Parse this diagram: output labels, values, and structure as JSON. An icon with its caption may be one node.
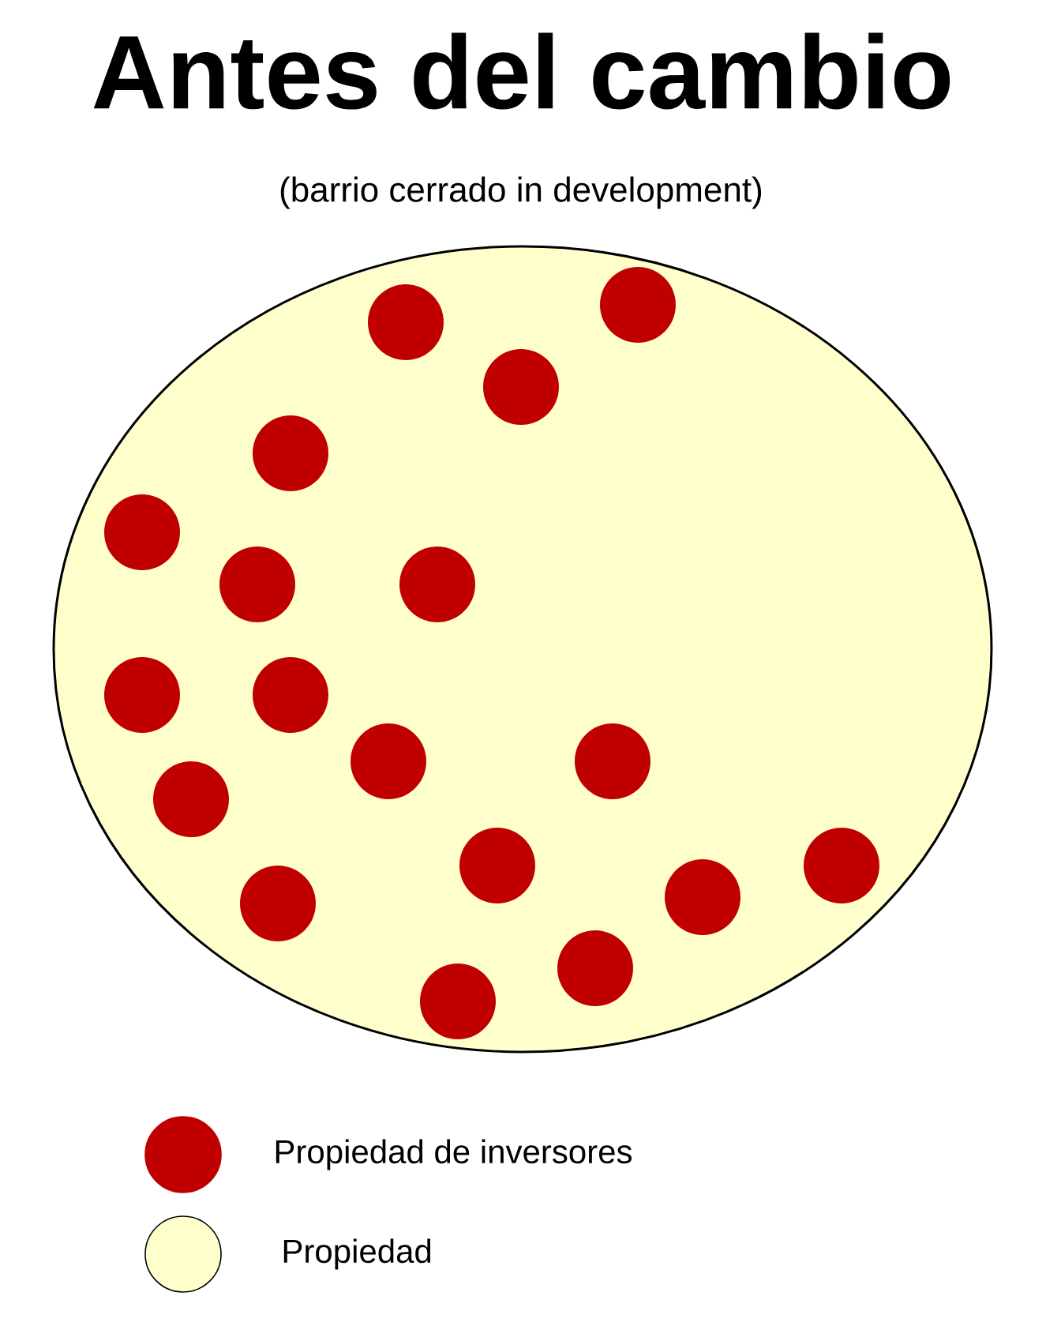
{
  "diagram": {
    "title": "Antes del cambio",
    "nodes": [
      {
        "text": [],
        "shape": "ellipse"
      },
      {
        "text": [],
        "shape": "circle",
        "in": 0
      },
      {
        "text": [],
        "shape": "circle",
        "in": 0
      },
      {
        "text": [],
        "shape": "circle",
        "in": 0
      },
      {
        "text": [],
        "shape": "circle",
        "in": 0
      },
      {
        "text": [],
        "shape": "circle",
        "in": 0
      },
      {
        "text": [],
        "shape": "circle",
        "in": 0
      },
      {
        "text": [],
        "shape": "circle",
        "in": 0
      },
      {
        "text": [],
        "shape": "circle",
        "in": 0
      },
      {
        "text": [],
        "shape": "circle",
        "in": 0
      },
      {
        "text": [],
        "shape": "circle",
        "in": 0
      },
      {
        "text": [],
        "shape": "circle",
        "in": 0
      },
      {
        "text": [],
        "shape": "circle",
        "in": 0
      },
      {
        "text": [],
        "shape": "circle",
        "in": 0
      },
      {
        "text": [],
        "shape": "circle",
        "in": 0
      },
      {
        "text": [],
        "shape": "circle",
        "in": 0
      },
      {
        "text": [],
        "shape": "circle",
        "in": 0
      },
      {
        "text": [],
        "shape": "circle",
        "in": 0
      },
      {
        "text": [],
        "shape": "circle",
        "in": 0
      }
    ],
    "labels": [
      "(barrio cerrado in development)"
    ],
    "legend": [
      {
        "text": "Propiedad de inversores",
        "color": "#c00000"
      },
      {
        "text": "Propiedad",
        "color": "#ffffcc"
      }
    ]
  }
}
